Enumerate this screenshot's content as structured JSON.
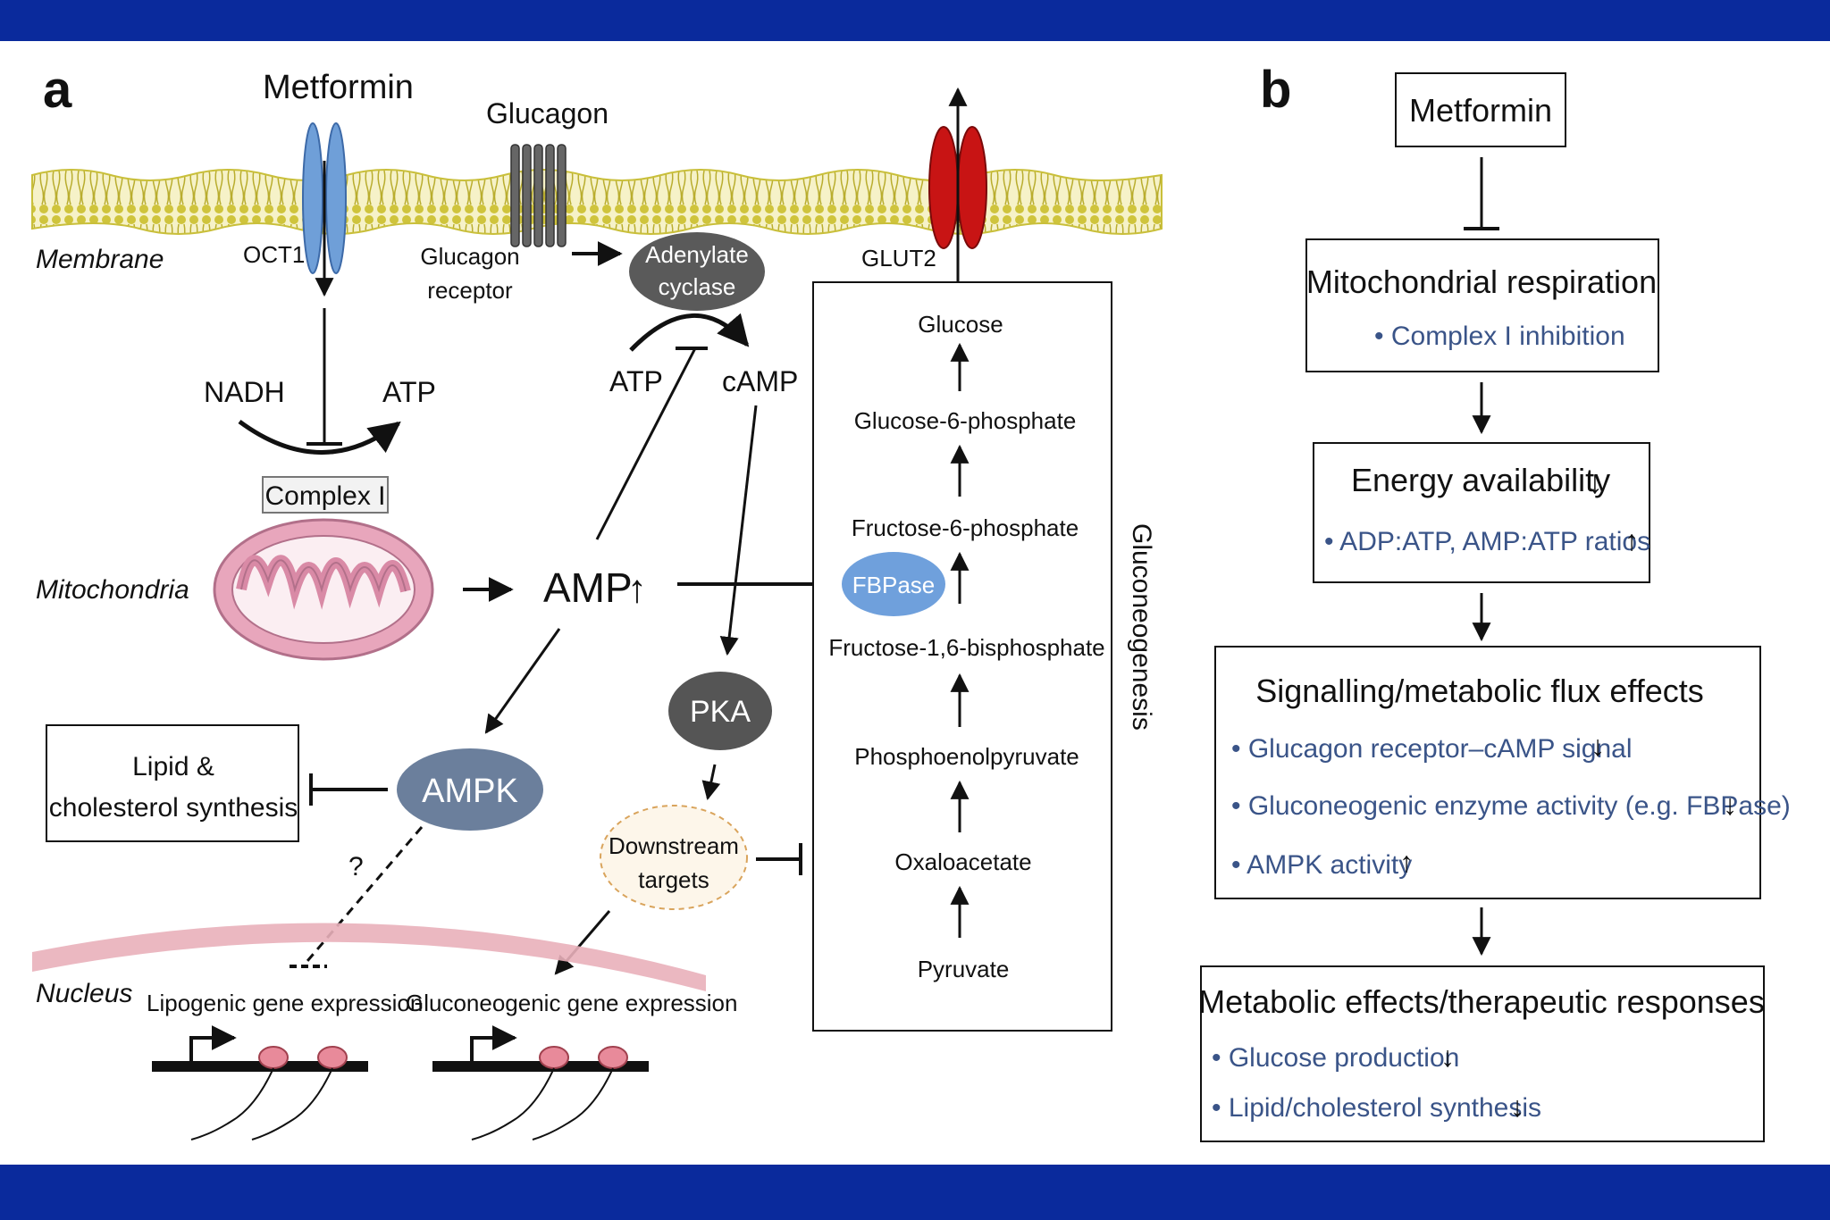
{
  "colors": {
    "frame_bar": "#0a2a9c",
    "membrane": "#c9bf3a",
    "oct1": "#6f9fd8",
    "glut2": "#c81414",
    "receptor": "#555555",
    "enzyme_dark": "#5a5a5a",
    "ampk": "#6b7f9c",
    "fbpase": "#6fa0dc",
    "mitochondria": "#e8a6bc",
    "nucleus": "#e9b0ba",
    "panel_b_text": "#3a5488"
  },
  "panel_a": {
    "letter": "a",
    "metformin": "Metformin",
    "glucagon": "Glucagon",
    "membrane": "Membrane",
    "oct1": "OCT1",
    "glucagon_receptor": [
      "Glucagon",
      "receptor"
    ],
    "adenylate_cyclase": [
      "Adenylate",
      "cyclase"
    ],
    "glut2": "GLUT2",
    "nadh": "NADH",
    "atp_left": "ATP",
    "complex_i": "Complex I",
    "mitochondria": "Mitochondria",
    "atp_right": "ATP",
    "camp": "cAMP",
    "amp": "AMP",
    "fbpase": "FBPase",
    "pka": "PKA",
    "ampk": "AMPK",
    "lipid_box": [
      "Lipid &",
      "cholesterol synthesis"
    ],
    "question": "?",
    "downstream": [
      "Downstream",
      "targets"
    ],
    "nucleus": "Nucleus",
    "lipogenic": "Lipogenic gene expression",
    "gluconeogenic_expr": "Gluconeogenic gene expression",
    "gluconeogenesis": "Gluconeogenesis",
    "pathway": [
      "Glucose",
      "Glucose-6-phosphate",
      "Fructose-6-phosphate",
      "Fructose-1,6-bisphosphate",
      "Phosphoenolpyruvate",
      "Oxaloacetate",
      "Pyruvate"
    ]
  },
  "panel_b": {
    "letter": "b",
    "metformin": "Metformin",
    "box1": {
      "title": "Mitochondrial respiration",
      "items": [
        "• Complex I inhibition"
      ]
    },
    "box2": {
      "title": "Energy availability",
      "items": [
        "• ADP:ATP, AMP:ATP ratios"
      ]
    },
    "box3": {
      "title": "Signalling/metabolic flux effects",
      "items": [
        "• Glucagon receptor–cAMP signal",
        "• Gluconeogenic enzyme activity (e.g. FBPase)",
        "• AMPK activity"
      ]
    },
    "box4": {
      "title": "Metabolic effects/therapeutic responses",
      "items": [
        "• Glucose production",
        "• Lipid/cholesterol synthesis"
      ]
    }
  }
}
